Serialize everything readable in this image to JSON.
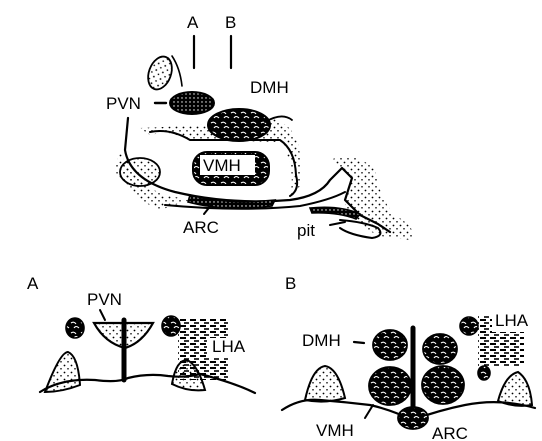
{
  "sagittal": {
    "section_marks": [
      "A",
      "B"
    ],
    "labels": {
      "pvn": "PVN",
      "dmh": "DMH",
      "vmh": "VMH",
      "arc": "ARC",
      "pit": "pit"
    }
  },
  "panel_a": {
    "panel_label": "A",
    "labels": {
      "pvn": "PVN",
      "lha": "LHA"
    }
  },
  "panel_b": {
    "panel_label": "B",
    "labels": {
      "dmh": "DMH",
      "lha": "LHA",
      "vmh": "VMH",
      "arc": "ARC"
    }
  },
  "colors": {
    "ink": "#000000",
    "background": "#ffffff"
  }
}
